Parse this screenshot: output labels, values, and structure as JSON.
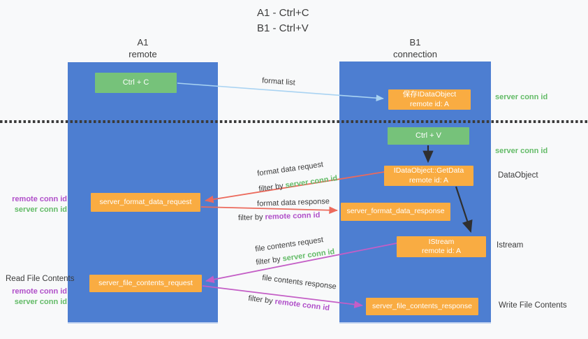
{
  "title": {
    "line1": "A1 - Ctrl+C",
    "line2": "B1 - Ctrl+V"
  },
  "lanes": {
    "left": {
      "id": "A1",
      "role": "remote"
    },
    "right": {
      "id": "B1",
      "role": "connection"
    }
  },
  "boxes": {
    "ctrl_c": {
      "label": "Ctrl + C"
    },
    "save_idataobject": {
      "line1": "保存IDataObject",
      "line2": "remote id: A"
    },
    "ctrl_v": {
      "label": "Ctrl + V"
    },
    "idataobject_getdata": {
      "line1": "IDataObject::GetData",
      "line2": "remote id: A"
    },
    "server_format_data_request": {
      "label": "server_format_data_request"
    },
    "server_format_data_response": {
      "label": "server_format_data_response"
    },
    "istream": {
      "line1": "IStream",
      "line2": "remote id: A"
    },
    "server_file_contents_request": {
      "label": "server_file_contents_request"
    },
    "server_file_contents_response": {
      "label": "server_file_contents_response"
    }
  },
  "arrow_labels": {
    "format_list": "format list",
    "format_data_request": "format data request",
    "format_data_response": "format data response",
    "file_contents_request": "file contents request",
    "file_contents_response": "file contents response",
    "filter_prefix": "filter by ",
    "server_conn_id": "server conn id",
    "remote_conn_id": "remote conn id"
  },
  "side_labels": {
    "server_conn_id_top": "server conn id",
    "server_conn_id_mid": "server conn id",
    "dataobject": "DataObject",
    "istream": "Istream",
    "write_file_contents": "Write File Contents",
    "read_file_contents": "Read File Contents",
    "remote_conn_id": "remote conn id",
    "server_conn_id": "server conn id"
  },
  "colors": {
    "background": "#f8f9fa",
    "lane_blue": "#4d7ed1",
    "box_green": "#76c27a",
    "box_orange": "#f9ac42",
    "arrow_blue": "#a9d3f2",
    "arrow_red": "#ec6a5c",
    "arrow_magenta": "#c45ec6",
    "arrow_black": "#2f2f2f",
    "text_green": "#63bb67",
    "text_purple": "#b04fc9",
    "text_dark": "#3b3b3b"
  }
}
